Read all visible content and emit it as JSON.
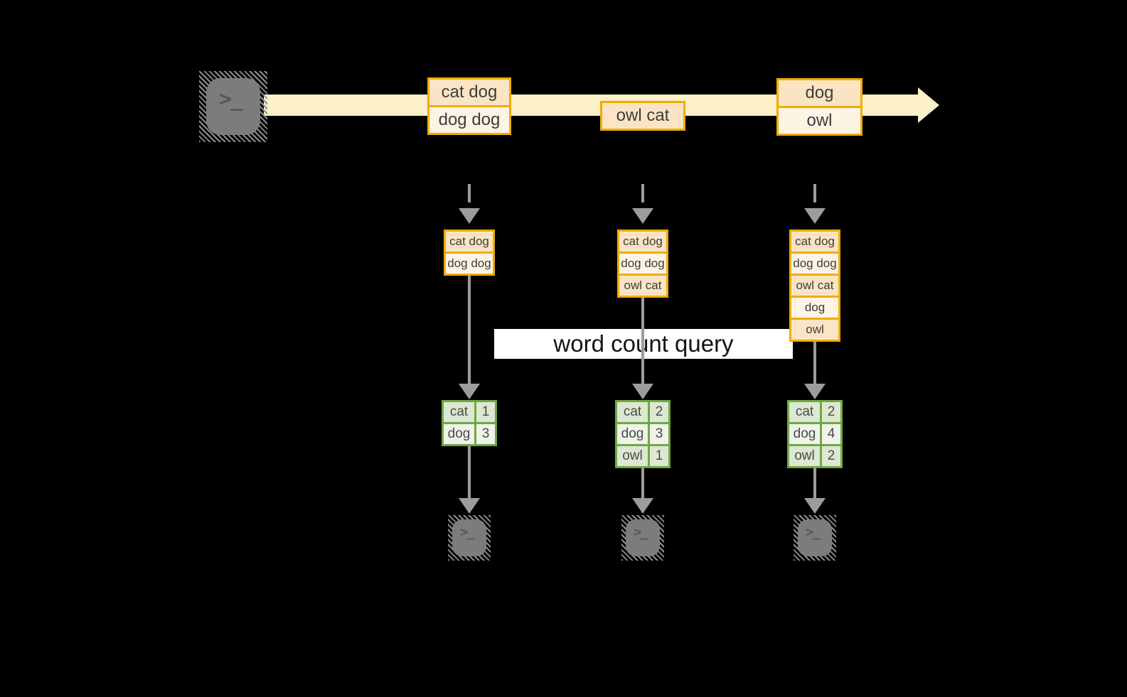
{
  "query_label": "word count query",
  "icons": {
    "terminal_prompt": ">_"
  },
  "stream": {
    "records": [
      {
        "cells": [
          "cat dog",
          "dog dog"
        ]
      },
      {
        "cells": [
          "owl cat"
        ]
      },
      {
        "cells": [
          "dog",
          "owl"
        ]
      }
    ]
  },
  "columns": [
    {
      "buffer": [
        "cat dog",
        "dog dog"
      ],
      "counts": [
        {
          "word": "cat",
          "count": "1"
        },
        {
          "word": "dog",
          "count": "3"
        }
      ]
    },
    {
      "buffer": [
        "cat dog",
        "dog dog",
        "owl cat"
      ],
      "counts": [
        {
          "word": "cat",
          "count": "2"
        },
        {
          "word": "dog",
          "count": "3"
        },
        {
          "word": "owl",
          "count": "1"
        }
      ]
    },
    {
      "buffer": [
        "cat dog",
        "dog dog",
        "owl cat",
        "dog",
        "owl"
      ],
      "counts": [
        {
          "word": "cat",
          "count": "2"
        },
        {
          "word": "dog",
          "count": "4"
        },
        {
          "word": "owl",
          "count": "2"
        }
      ]
    }
  ],
  "colors": {
    "background": "#000000",
    "stream_band": "#FBF0C8",
    "record_border": "#F0AC00",
    "record_fill_a": "#FAE4C4",
    "record_fill_b": "#FDF4E4",
    "table_border": "#6FA843",
    "table_fill_a": "#DCE8D2",
    "table_fill_b": "#EFF3EA",
    "arrow_gray": "#9C9C9C",
    "terminal_fill": "#7C7C7C",
    "query_banner_bg": "#FFFFFF"
  }
}
